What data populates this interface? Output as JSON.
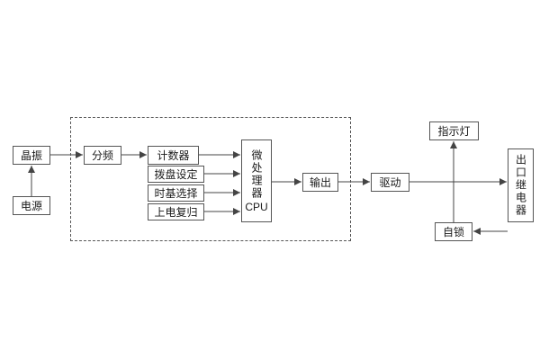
{
  "diagram": {
    "nodes": {
      "crystal": "晶振",
      "power": "电源",
      "divider": "分频",
      "counter": "计数器",
      "dial_setting": "拨盘设定",
      "timebase_select": "时基选择",
      "power_on_reset": "上电复归",
      "cpu_main": "微处理器",
      "cpu_sub": "CPU",
      "output": "输出",
      "drive": "驱动",
      "indicator_lamp": "指示灯",
      "output_relay": "出口继电器",
      "self_lock": "自锁"
    },
    "colors": {
      "box_border": "#555555",
      "wire": "#444444",
      "text": "#1a1a1a",
      "background": "#ffffff"
    }
  }
}
